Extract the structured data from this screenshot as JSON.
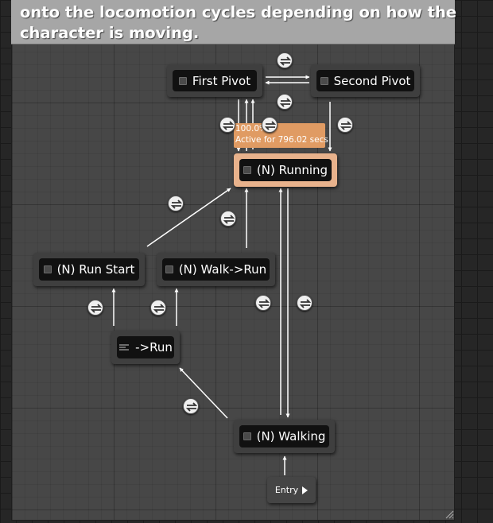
{
  "comment": {
    "lines": [
      "onto the locomotion cycles depending on how the",
      "character is moving."
    ]
  },
  "states": {
    "first_pivot": "First Pivot",
    "second_pivot": "Second Pivot",
    "running": "(N) Running",
    "run_start": "(N) Run Start",
    "walk_to_run": "(N) Walk->Run",
    "conduit_run": "->Run",
    "walking": "(N) Walking"
  },
  "entry": {
    "label": "Entry"
  },
  "active_state_tooltip": {
    "weight": "100.0%",
    "active_time": "Active for 796.02 secs"
  },
  "colors": {
    "active_state": "#e8b28c",
    "tooltip": "#e09b63",
    "comment_header": "#a6a6a6"
  }
}
